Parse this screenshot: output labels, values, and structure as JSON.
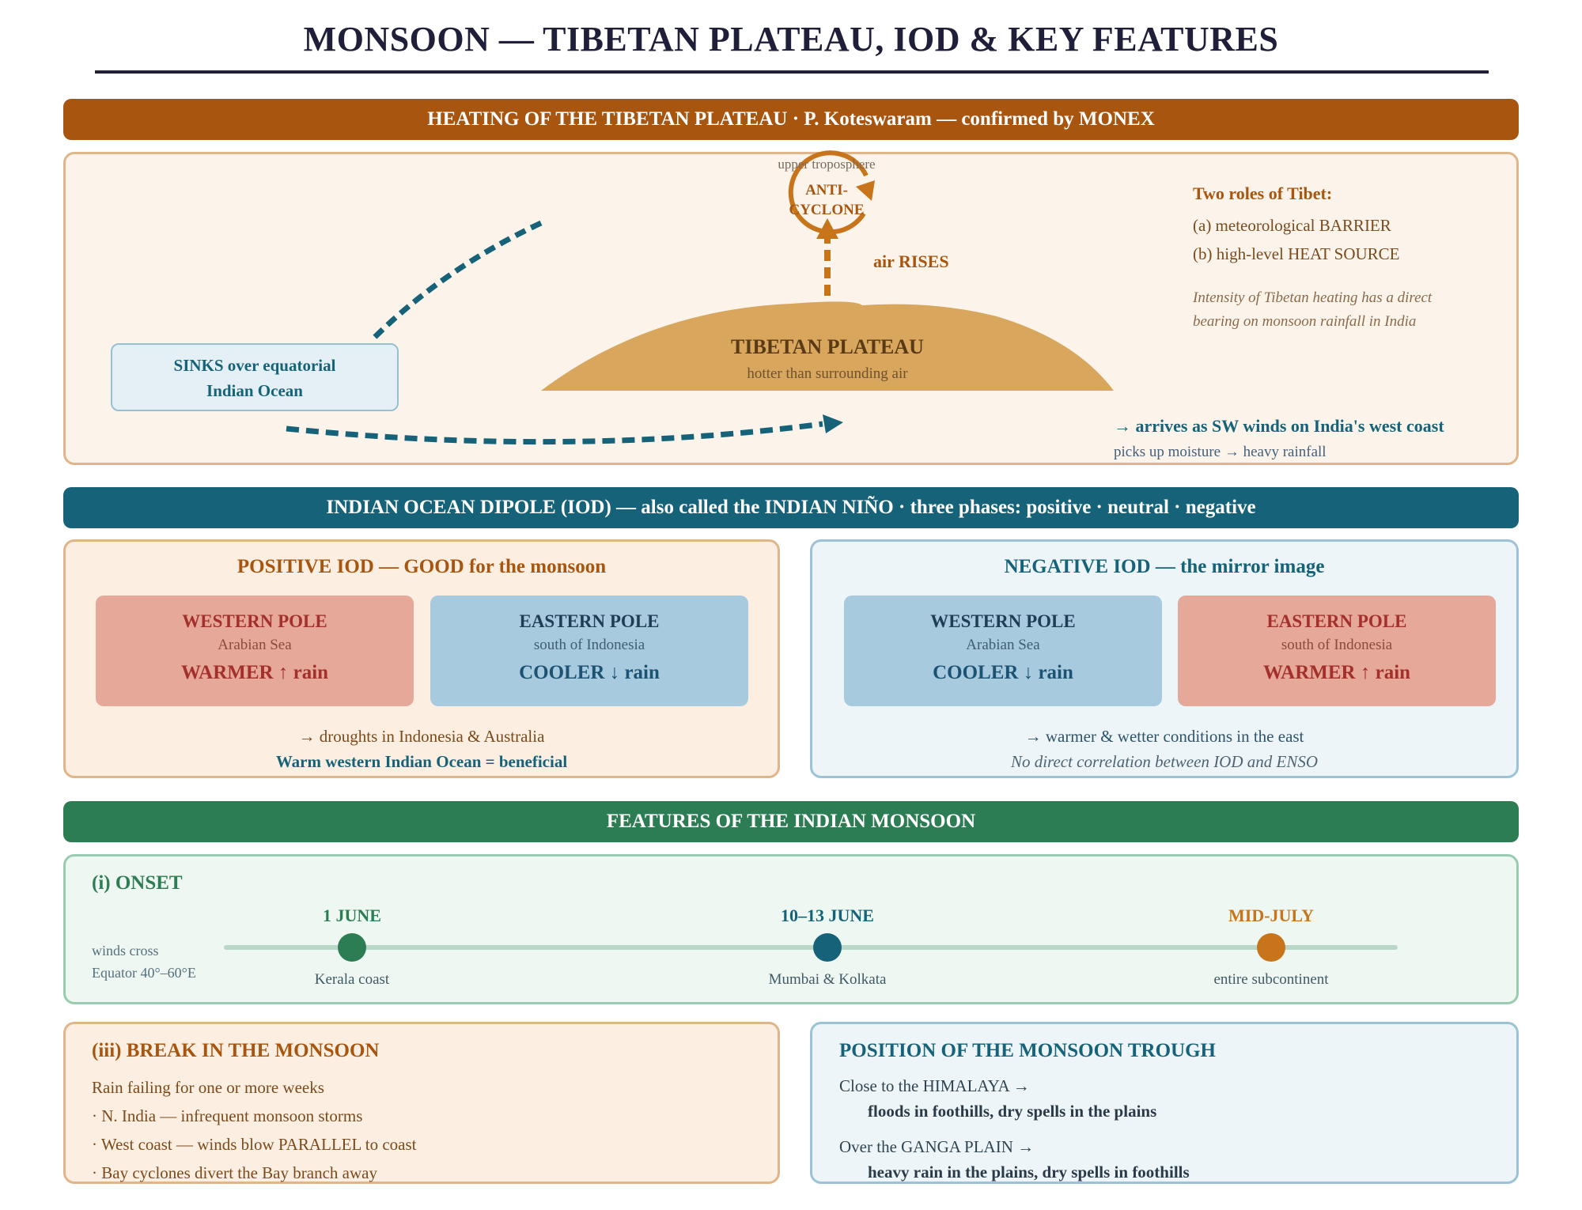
{
  "title": "MONSOON — TIBETAN PLATEAU, IOD & KEY FEATURES",
  "colors": {
    "orange": "#a8560f",
    "teal": "#166379",
    "green": "#2d7d54",
    "plateau": "#d8a65c"
  },
  "tibet": {
    "banner": "HEATING OF THE TIBETAN PLATEAU · P. Koteswaram — confirmed by MONEX",
    "upper_label": "upper troposphere",
    "anticyclone_line1": "ANTI-",
    "anticyclone_line2": "CYCLONE",
    "air_rises": "air RISES",
    "plateau_title": "TIBETAN PLATEAU",
    "plateau_sub": "hotter than surrounding air",
    "sinks_line1": "SINKS over equatorial",
    "sinks_line2": "Indian Ocean",
    "arrives": "→ arrives as SW winds on India's west coast",
    "moisture": "picks up moisture → heavy rainfall",
    "roles_title": "Two roles of Tibet:",
    "role_a": "(a) meteorological BARRIER",
    "role_b": "(b) high-level HEAT SOURCE",
    "intensity_line1": "Intensity of Tibetan heating has a direct",
    "intensity_line2": "bearing on monsoon rainfall in India"
  },
  "iod": {
    "banner": "INDIAN OCEAN DIPOLE (IOD) — also called the INDIAN NIÑO · three phases: positive · neutral · negative",
    "positive": {
      "title": "POSITIVE IOD — GOOD for the monsoon",
      "west": {
        "head": "WESTERN POLE",
        "sub": "Arabian Sea",
        "value": "WARMER ↑ rain"
      },
      "east": {
        "head": "EASTERN POLE",
        "sub": "south of Indonesia",
        "value": "COOLER ↓ rain"
      },
      "note": "→ droughts in Indonesia & Australia",
      "emphasis": "Warm western Indian Ocean = beneficial"
    },
    "negative": {
      "title": "NEGATIVE IOD — the mirror image",
      "west": {
        "head": "WESTERN POLE",
        "sub": "Arabian Sea",
        "value": "COOLER ↓ rain"
      },
      "east": {
        "head": "EASTERN POLE",
        "sub": "south of Indonesia",
        "value": "WARMER ↑ rain"
      },
      "note": "→ warmer & wetter conditions in the east",
      "emphasis": "No direct correlation between IOD and ENSO"
    }
  },
  "features": {
    "banner": "FEATURES OF THE INDIAN MONSOON",
    "onset": {
      "title": "(i) ONSET",
      "side_line1": "winds cross",
      "side_line2": "Equator 40°–60°E",
      "milestones": [
        {
          "date": "1 JUNE",
          "place": "Kerala coast",
          "color": "#2d7d54"
        },
        {
          "date": "10–13 JUNE",
          "place": "Mumbai & Kolkata",
          "color": "#166379"
        },
        {
          "date": "MID-JULY",
          "place": "entire subcontinent",
          "color": "#c8741a"
        }
      ]
    },
    "break": {
      "title": "(iii) BREAK IN THE MONSOON",
      "lines": [
        "Rain failing for one or more weeks",
        "· N. India — infrequent monsoon storms",
        "· West coast — winds blow PARALLEL to coast",
        "· Bay cyclones divert the Bay branch away"
      ]
    },
    "trough": {
      "title": "POSITION OF THE MONSOON TROUGH",
      "a_lead": "Close to the HIMALAYA →",
      "a_result": "floods in foothills, dry spells in the plains",
      "b_lead": "Over the GANGA PLAIN →",
      "b_result": "heavy rain in the plains, dry spells in foothills"
    }
  }
}
